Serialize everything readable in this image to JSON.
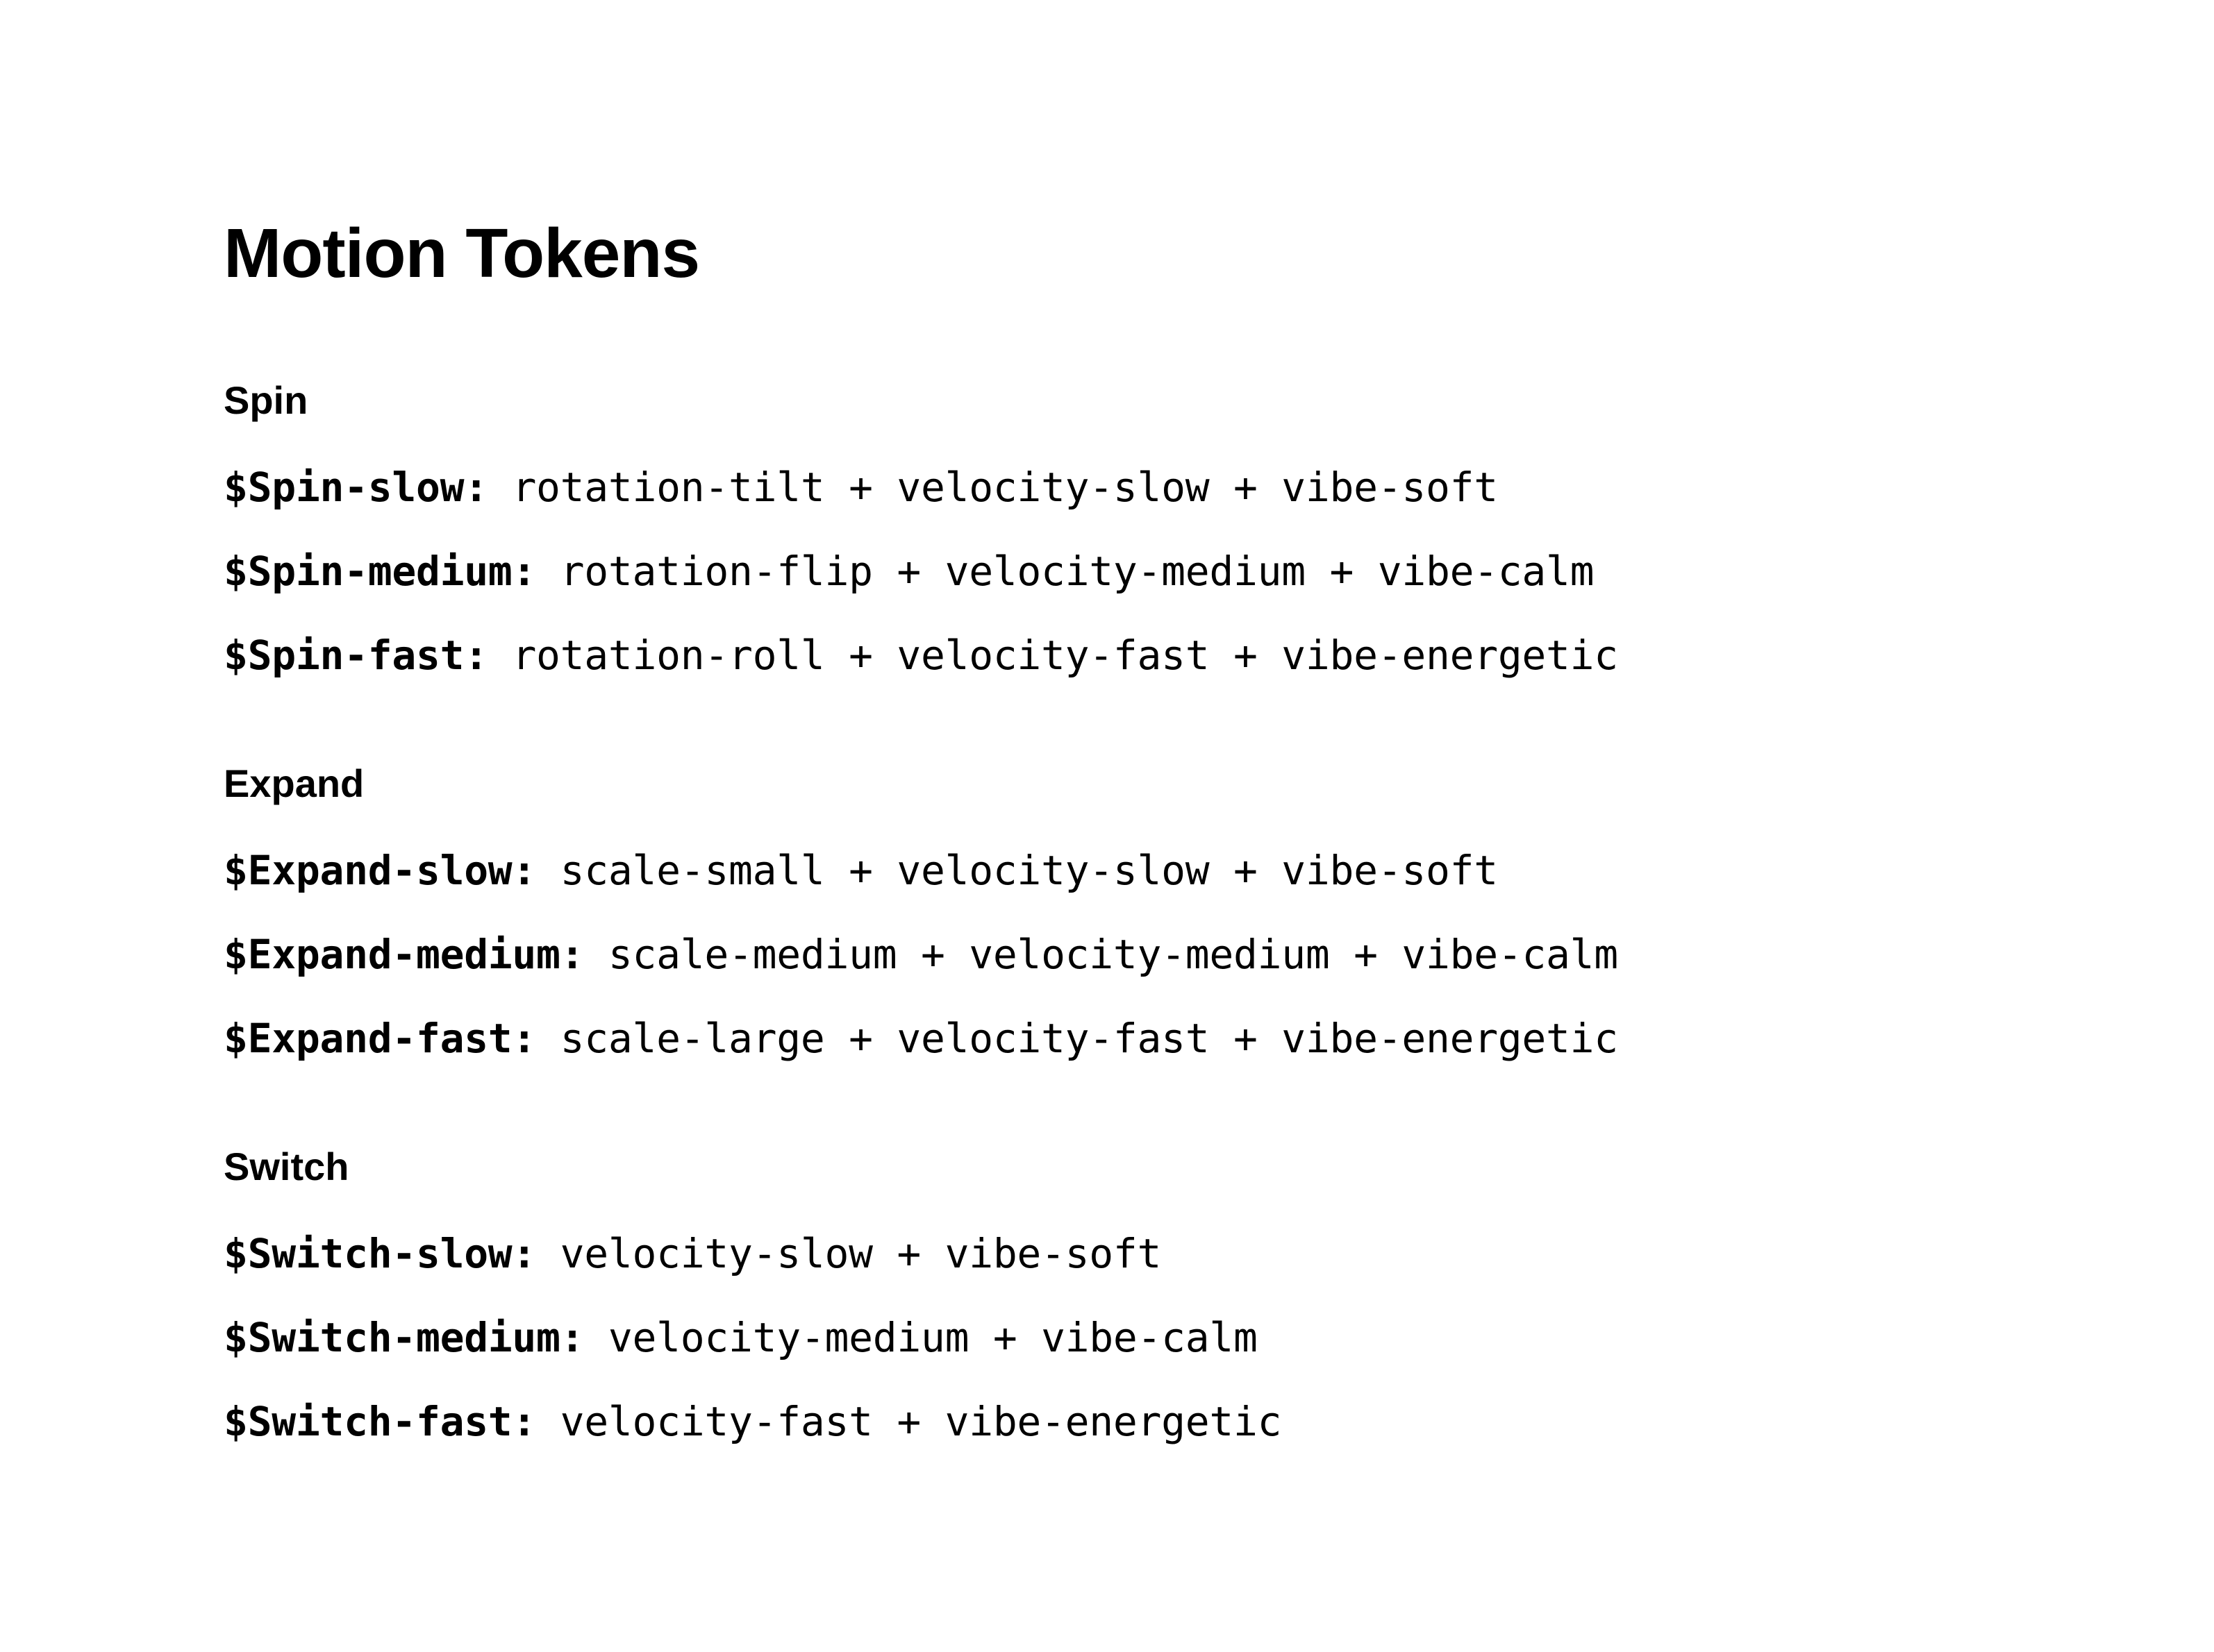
{
  "title": "Motion Tokens",
  "sections": [
    {
      "heading": "Spin",
      "tokens": [
        {
          "name": "$Spin-slow:",
          "value": "rotation-tilt + velocity-slow + vibe-soft"
        },
        {
          "name": "$Spin-medium:",
          "value": "rotation-flip + velocity-medium + vibe-calm"
        },
        {
          "name": "$Spin-fast:",
          "value": "rotation-roll + velocity-fast + vibe-energetic"
        }
      ]
    },
    {
      "heading": "Expand",
      "tokens": [
        {
          "name": "$Expand-slow:",
          "value": "scale-small + velocity-slow + vibe-soft"
        },
        {
          "name": "$Expand-medium:",
          "value": "scale-medium + velocity-medium + vibe-calm"
        },
        {
          "name": "$Expand-fast:",
          "value": "scale-large + velocity-fast + vibe-energetic"
        }
      ]
    },
    {
      "heading": "Switch",
      "tokens": [
        {
          "name": "$Switch-slow:",
          "value": "velocity-slow + vibe-soft"
        },
        {
          "name": "$Switch-medium:",
          "value": "velocity-medium + vibe-calm"
        },
        {
          "name": "$Switch-fast:",
          "value": "velocity-fast + vibe-energetic"
        }
      ]
    }
  ]
}
